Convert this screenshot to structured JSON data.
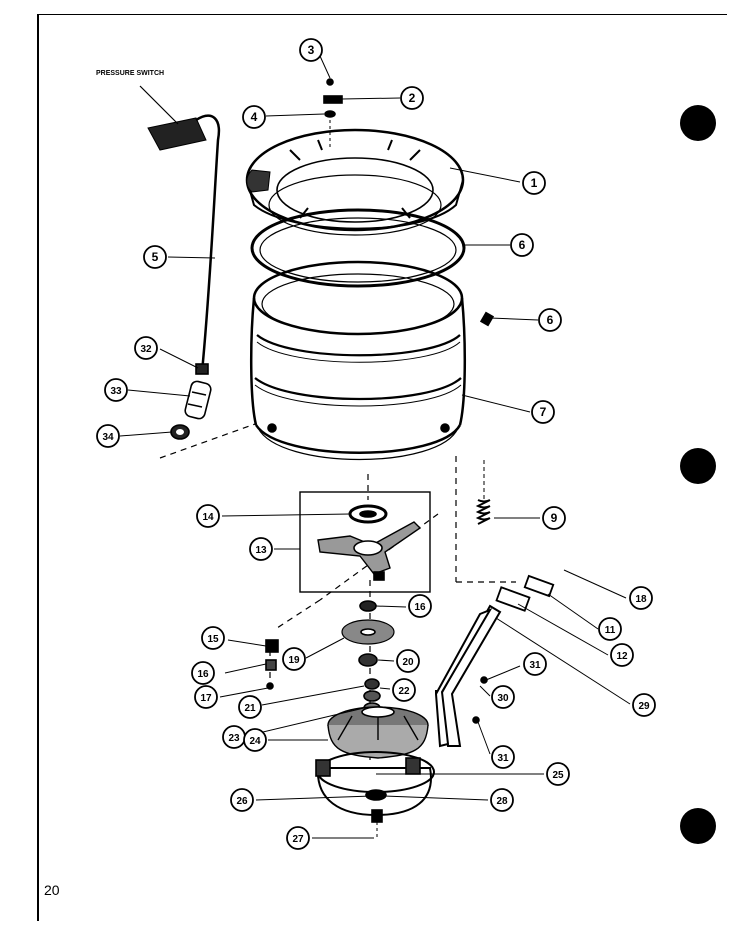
{
  "diagram": {
    "page_number": "20",
    "pressure_switch_label": "PRESSURE SWITCH",
    "callouts": [
      {
        "id": "c3",
        "label": "3"
      },
      {
        "id": "c2",
        "label": "2"
      },
      {
        "id": "c4",
        "label": "4"
      },
      {
        "id": "c1",
        "label": "1"
      },
      {
        "id": "c5",
        "label": "5"
      },
      {
        "id": "c6a",
        "label": "6"
      },
      {
        "id": "c6b",
        "label": "6"
      },
      {
        "id": "c7",
        "label": "7"
      },
      {
        "id": "c32",
        "label": "32"
      },
      {
        "id": "c33",
        "label": "33"
      },
      {
        "id": "c34",
        "label": "34"
      },
      {
        "id": "c14",
        "label": "14"
      },
      {
        "id": "c13",
        "label": "13"
      },
      {
        "id": "c9",
        "label": "9"
      },
      {
        "id": "c18",
        "label": "18"
      },
      {
        "id": "c16a",
        "label": "16"
      },
      {
        "id": "c15",
        "label": "15"
      },
      {
        "id": "c19",
        "label": "19"
      },
      {
        "id": "c11",
        "label": "11"
      },
      {
        "id": "c12",
        "label": "12"
      },
      {
        "id": "c16b",
        "label": "16"
      },
      {
        "id": "c20",
        "label": "20"
      },
      {
        "id": "c17",
        "label": "17"
      },
      {
        "id": "c22",
        "label": "22"
      },
      {
        "id": "c21",
        "label": "21"
      },
      {
        "id": "c31a",
        "label": "31"
      },
      {
        "id": "c30",
        "label": "30"
      },
      {
        "id": "c29",
        "label": "29"
      },
      {
        "id": "c23",
        "label": "23"
      },
      {
        "id": "c24",
        "label": "24"
      },
      {
        "id": "c31b",
        "label": "31"
      },
      {
        "id": "c25",
        "label": "25"
      },
      {
        "id": "c26",
        "label": "26"
      },
      {
        "id": "c28",
        "label": "28"
      },
      {
        "id": "c27",
        "label": "27"
      }
    ]
  }
}
